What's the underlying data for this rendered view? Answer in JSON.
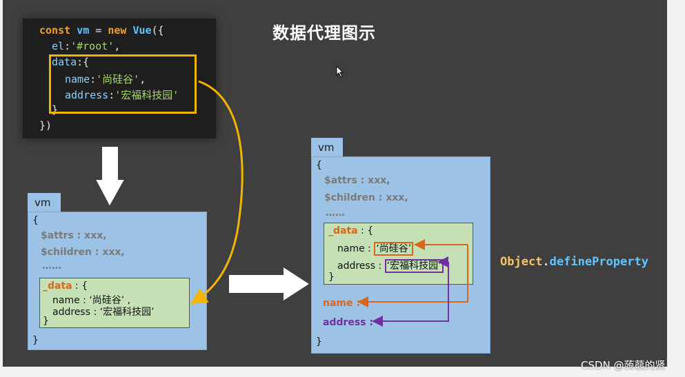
{
  "title": "数据代理图示",
  "code": {
    "line1_kw": "const",
    "line1_id": "vm",
    "line1_eq": " = ",
    "line1_new": "new",
    "line1_vue": "Vue",
    "line1_end": "({",
    "line2_prop": "el",
    "line2_colon": ":",
    "line2_str": "'#root'",
    "line2_comma": ",",
    "line3_prop": "data",
    "line3_rest": ":{",
    "line4_prop": "name",
    "line4_colon": ":",
    "line4_str": "'尚硅谷'",
    "line4_comma": ",",
    "line5_prop": "address",
    "line5_colon": ":",
    "line5_str": "'宏福科技园'",
    "line6": "}",
    "line7": "})"
  },
  "vm_left": {
    "tab": "vm",
    "open_brace": "{",
    "attrs": "$attrs : xxx,",
    "children": "$children : xxx,",
    "ellipsis": "……",
    "data_key": "_data",
    "data_rest": " : {",
    "name_line": "name : ‘尚硅谷’ ,",
    "address_line": "address : ‘宏福科技园’",
    "inner_close": "}",
    "close_brace": "}"
  },
  "vm_right": {
    "tab": "vm",
    "open_brace": "{",
    "attrs": "$attrs : xxx,",
    "children": "$children : xxx,",
    "ellipsis": "……",
    "data_key": "_data",
    "data_rest": " : {",
    "name_key": "name : ",
    "name_value": "‘尚硅谷’",
    "address_key": "address : ",
    "address_value": "‘宏福科技园’",
    "inner_close": "}",
    "name_proxy": "name :",
    "address_proxy": "address :",
    "close_brace": "}"
  },
  "define_property": {
    "object": "Object",
    "dot": ".",
    "method": "defineProperty"
  },
  "watermark": "CSDN @蒟蒻的贤",
  "colors": {
    "background": "#3f3f3f",
    "vm_box": "#9cc3e6",
    "data_box": "#c5e0b4",
    "highlight_yellow": "#f5b400",
    "orange_arrow": "#d9661a",
    "purple_arrow": "#7030a0"
  }
}
